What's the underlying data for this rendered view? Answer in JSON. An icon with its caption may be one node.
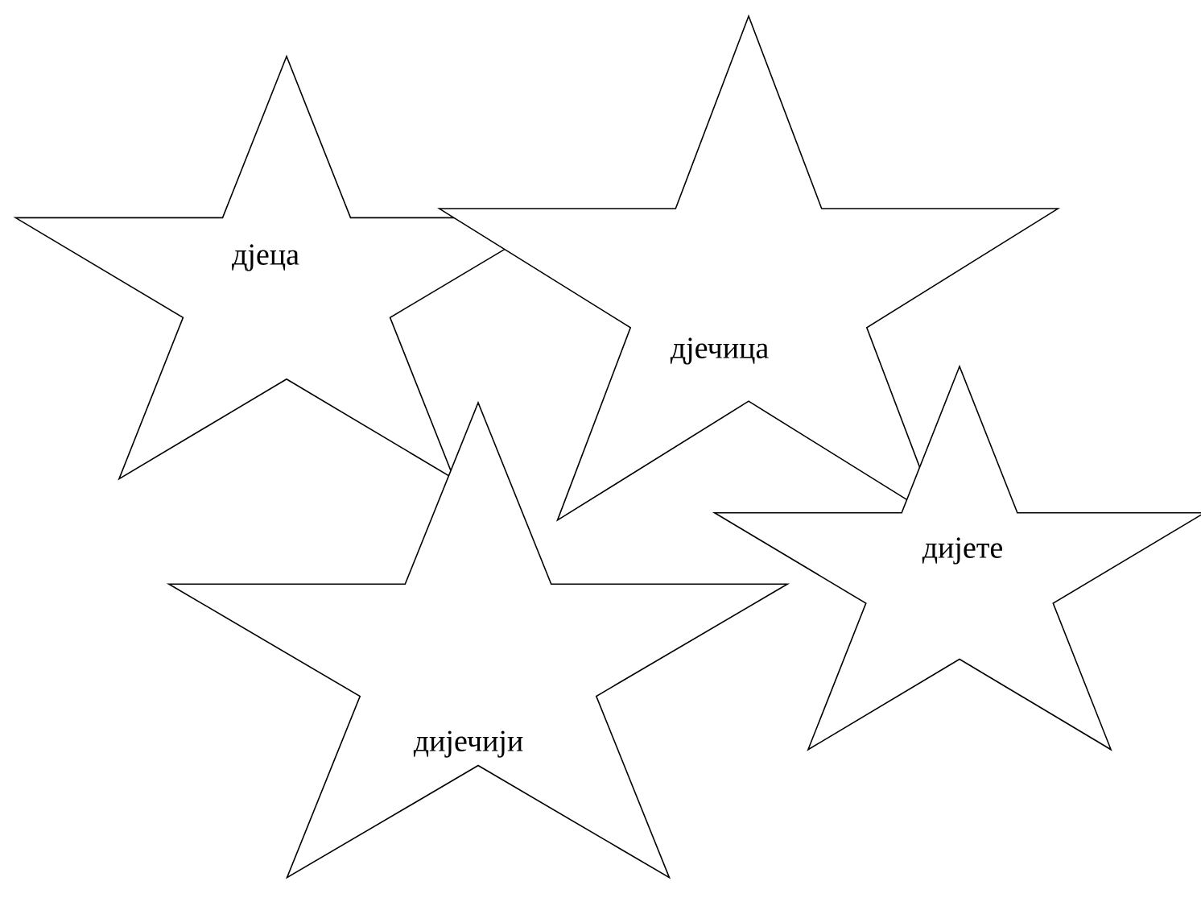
{
  "diagram": {
    "nodes": [
      {
        "text": [
          "дјеца"
        ]
      },
      {
        "text": [
          "дјечица"
        ]
      },
      {
        "text": [
          "дијечији"
        ]
      },
      {
        "text": [
          "дијете"
        ]
      }
    ]
  }
}
